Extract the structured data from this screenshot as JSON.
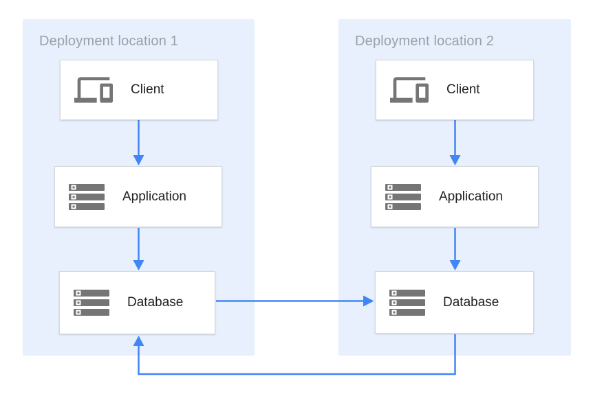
{
  "diagram": {
    "panels": [
      {
        "title": "Deployment location 1",
        "nodes": [
          {
            "label": "Client",
            "icon": "devices-icon"
          },
          {
            "label": "Application",
            "icon": "server-stack-icon"
          },
          {
            "label": "Database",
            "icon": "server-stack-icon"
          }
        ]
      },
      {
        "title": "Deployment location 2",
        "nodes": [
          {
            "label": "Client",
            "icon": "devices-icon"
          },
          {
            "label": "Application",
            "icon": "server-stack-icon"
          },
          {
            "label": "Database",
            "icon": "server-stack-icon"
          }
        ]
      }
    ],
    "edges": [
      {
        "from": "client-1",
        "to": "application-1",
        "direction": "down"
      },
      {
        "from": "application-1",
        "to": "database-1",
        "direction": "down"
      },
      {
        "from": "client-2",
        "to": "application-2",
        "direction": "down"
      },
      {
        "from": "application-2",
        "to": "database-2",
        "direction": "down"
      },
      {
        "from": "database-1",
        "to": "database-2",
        "direction": "right"
      },
      {
        "from": "database-2",
        "to": "database-1",
        "direction": "loop-back-under-panels"
      }
    ],
    "colors": {
      "panel_background": "#e8f0fe",
      "arrow_blue": "#4285f4",
      "icon_gray": "#757575",
      "panel_title_gray": "#9aa0a6",
      "node_label": "#212121",
      "node_background": "#ffffff",
      "node_border": "#d6d9dc"
    }
  }
}
